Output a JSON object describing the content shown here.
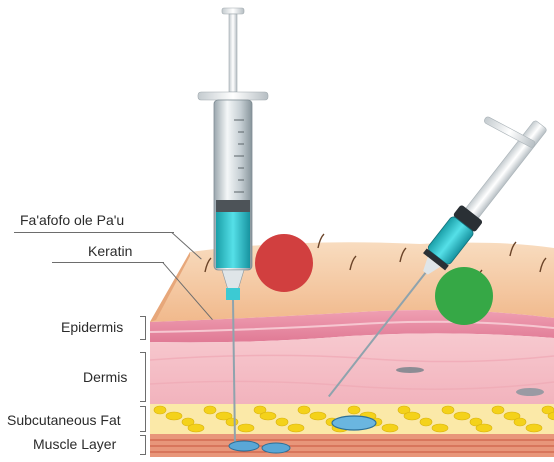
{
  "labels": {
    "skin_surface": "Fa'afofo ole Pa'u",
    "keratin": "Keratin",
    "epidermis": "Epidermis",
    "dermis": "Dermis",
    "subcutaneous_fat": "Subcutaneous Fat",
    "muscle_layer": "Muscle Layer"
  },
  "markers": {
    "red": "#d13f3f",
    "green": "#36a846"
  },
  "colors": {
    "skin_top": "#f4c9a0",
    "epidermis": "#e88aa1",
    "dermis": "#f6c2c9",
    "fat_yellow": "#f4d21a",
    "muscle": "#d9735a",
    "syringe_liquid": "#2fc7cf",
    "needle_bubble": "#4a9cc9"
  },
  "icons": [
    "syringe-icon",
    "dropper-needle-icon",
    "hair-icon",
    "fat-globule-icon",
    "injected-bubble-icon"
  ]
}
